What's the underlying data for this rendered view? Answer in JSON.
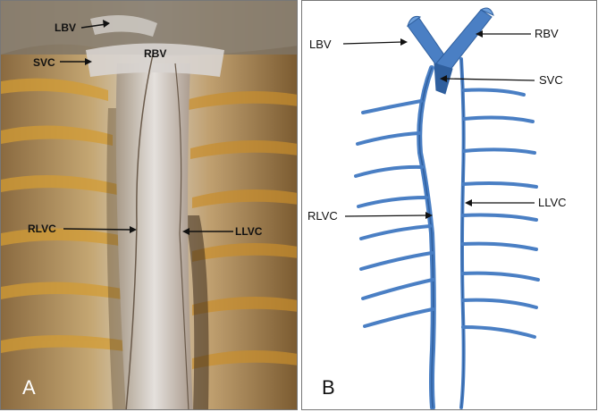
{
  "figure": {
    "panel_a": {
      "letter": "A",
      "labels": {
        "lbv": "LBV",
        "svc": "SVC",
        "rbv": "RBV",
        "rlvc": "RLVC",
        "llvc": "LLVC"
      }
    },
    "panel_b": {
      "letter": "B",
      "labels": {
        "lbv": "LBV",
        "rbv": "RBV",
        "svc": "SVC",
        "rlvc": "RLVC",
        "llvc": "LLVC"
      }
    },
    "colors": {
      "vein": "#4a7fc4",
      "vein_dark": "#2f5f9e",
      "tissue": "#c9b89c",
      "fat": "#c99a3c"
    }
  }
}
